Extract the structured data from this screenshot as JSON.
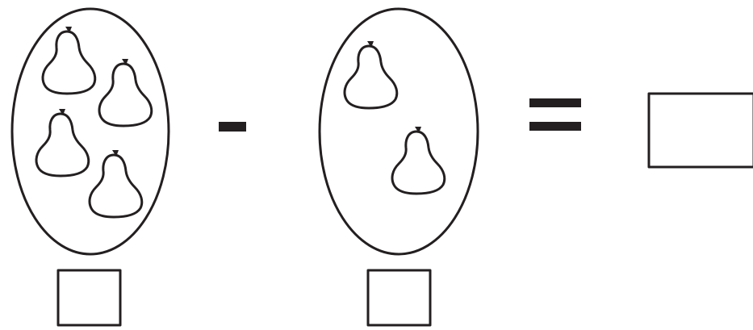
{
  "worksheet": {
    "type": "picture-subtraction",
    "operator": "minus-sign",
    "equals": "equals-sign",
    "minuend": {
      "icon": "pear-icon",
      "count": 4
    },
    "subtrahend": {
      "icon": "pear-icon",
      "count": 2
    },
    "answer_boxes": {
      "minuend_count": "",
      "subtrahend_count": "",
      "result": ""
    }
  },
  "colors": {
    "ink": "#231f20",
    "background": "#ffffff"
  }
}
